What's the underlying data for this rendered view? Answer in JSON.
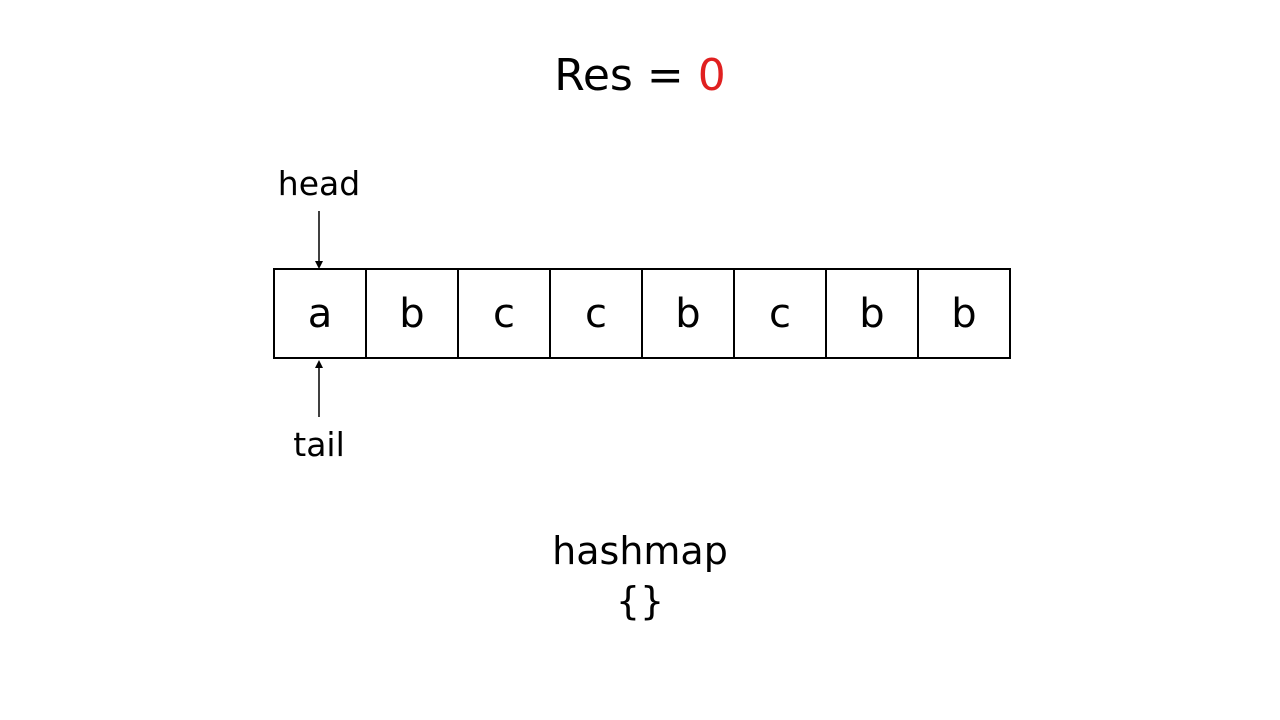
{
  "result": {
    "label": "Res =",
    "value": "0"
  },
  "pointers": {
    "head": "head",
    "tail": "tail",
    "head_index": 0,
    "tail_index": 0
  },
  "array": [
    "a",
    "b",
    "c",
    "c",
    "b",
    "c",
    "b",
    "b"
  ],
  "hashmap": {
    "title": "hashmap",
    "content": "{}"
  },
  "colors": {
    "result_value": "#e02020"
  }
}
